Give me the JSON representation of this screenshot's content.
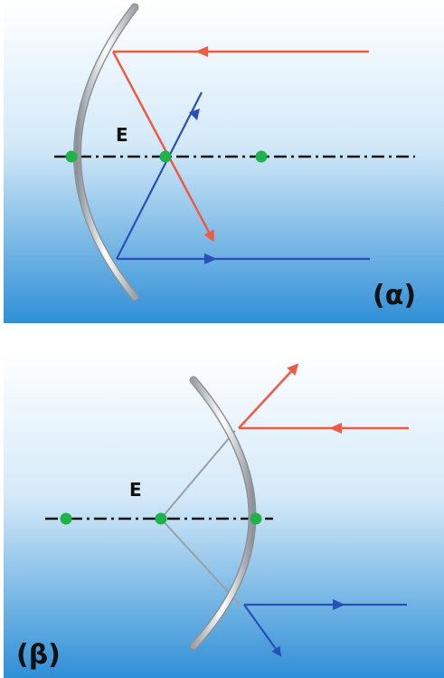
{
  "diagrams": [
    {
      "id": "alpha",
      "mirror_type": "concave",
      "panel_label": "(α)",
      "focal_label": "E",
      "points": [
        "vertex",
        "focus",
        "center"
      ]
    },
    {
      "id": "beta",
      "mirror_type": "convex",
      "panel_label": "(β)",
      "focal_label": "E",
      "points": [
        "center",
        "focus",
        "vertex"
      ]
    }
  ],
  "colors": {
    "background_top": "#ffffff",
    "background_bottom": "#2f8fd6",
    "red_ray": "#ef5a45",
    "blue_ray": "#2b4fb8",
    "point": "#1fb24a",
    "axis": "#111111",
    "guide": "#9aa0a6",
    "mirror": "#bfc3c8"
  }
}
